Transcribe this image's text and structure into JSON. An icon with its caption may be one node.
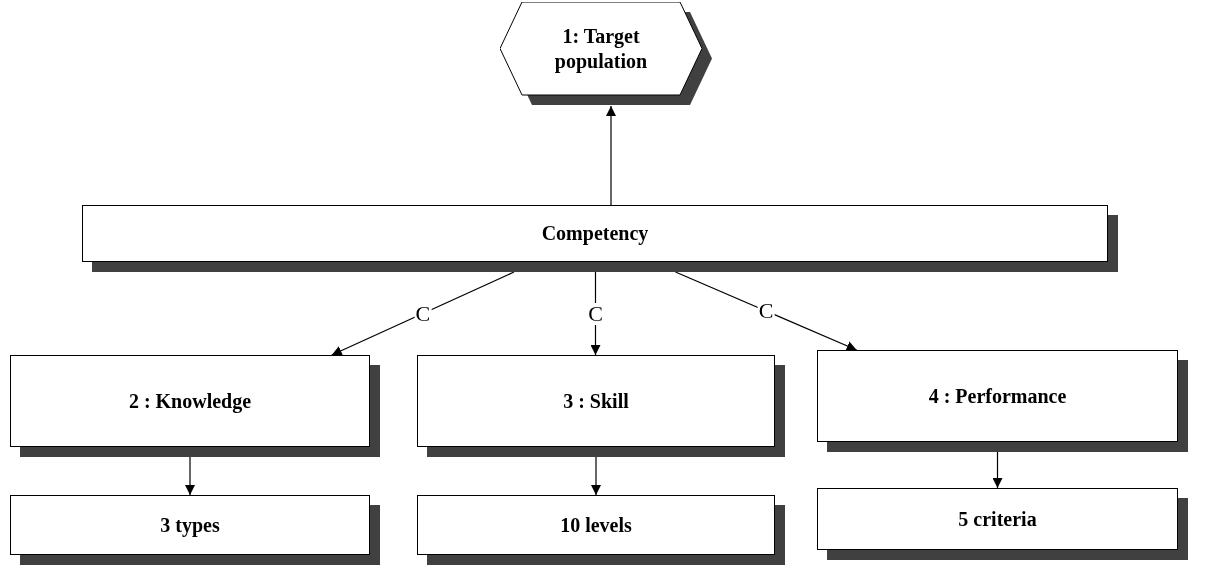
{
  "diagram": {
    "nodes": [
      {
        "text": [
          "1: Target population"
        ]
      },
      {
        "text": [
          "Competency"
        ]
      },
      {
        "text": [
          "2 : Knowledge"
        ]
      },
      {
        "text": [
          "3 : Skill"
        ]
      },
      {
        "text": [
          "4 : Performance"
        ]
      },
      {
        "text": [
          "3 types"
        ]
      },
      {
        "text": [
          "10 levels"
        ]
      },
      {
        "text": [
          "5 criteria"
        ]
      }
    ],
    "edges": [
      {
        "from": 1,
        "to": 0,
        "arrow": "to"
      },
      {
        "from": 1,
        "to": 2,
        "arrow": "to",
        "label": "C"
      },
      {
        "from": 1,
        "to": 3,
        "arrow": "to",
        "label": "C"
      },
      {
        "from": 1,
        "to": 4,
        "arrow": "to",
        "label": "C"
      },
      {
        "from": 2,
        "to": 5,
        "arrow": "to"
      },
      {
        "from": 3,
        "to": 6,
        "arrow": "to"
      },
      {
        "from": 4,
        "to": 7,
        "arrow": "to"
      }
    ]
  }
}
